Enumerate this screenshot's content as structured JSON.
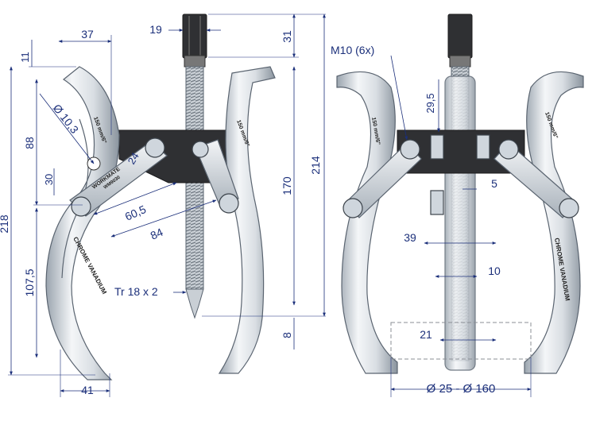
{
  "dimensions": {
    "d11": "11",
    "d37": "37",
    "d19": "19",
    "d31": "31",
    "d214": "214",
    "d88": "88",
    "d218": "218",
    "d30": "30",
    "d103": "Ø 10,3",
    "d24": "24",
    "d605": "60,5",
    "d84": "84",
    "d170": "170",
    "d1075": "107,5",
    "tr": "Tr 18 x 2",
    "d8": "8",
    "d41": "41",
    "m10": "M10 (6x)",
    "d295": "29,5",
    "d5": "5",
    "d39": "39",
    "d10": "10",
    "d21": "21",
    "range": "Ø 25 - Ø 160"
  },
  "engravings": {
    "size_left": "150 mm/6\"",
    "size_right": "150 mm/6\"",
    "size_mid": "150 mm/6\"",
    "brand": "WORKMATE",
    "model": "WM9030",
    "material_left": "CHROME VANADIUM",
    "material_right": "CHROME VANADIUM"
  },
  "colors": {
    "dimension": "#1b2f7a",
    "steel_light": "#eef1f4",
    "steel_dark": "#8d97a1",
    "body_black": "#2f3033"
  }
}
